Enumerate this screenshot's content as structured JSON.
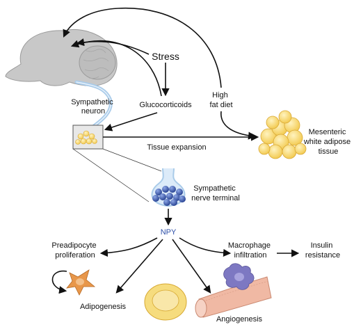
{
  "labels": {
    "stress": "Stress",
    "glucocorticoids": "Glucocorticoids",
    "high_fat_diet": [
      "High",
      "fat diet"
    ],
    "sympathetic_neuron": [
      "Sympathetic",
      "neuron"
    ],
    "mesenteric_wat": [
      "Mesenteric",
      "white adipose",
      "tissue"
    ],
    "tissue_expansion": "Tissue expansion",
    "sympathetic_terminal": [
      "Sympathetic",
      "nerve terminal"
    ],
    "npy": "NPY",
    "preadipocyte_proliferation": [
      "Preadipocyte",
      "proliferation"
    ],
    "macrophage_infiltration": [
      "Macrophage",
      "infiltration"
    ],
    "insulin_resistance": [
      "Insulin",
      "resistance"
    ],
    "adipogenesis": "Adipogenesis",
    "angiogenesis": "Angiogenesis"
  },
  "colors": {
    "brain": "#c8c8c8",
    "neuron": "#a9cbe9",
    "fat": "#f7d56a",
    "vesicle": "#3c5fb3",
    "preadipocyte": "#e8974a",
    "macrophage": "#7d78c2",
    "vessel": "#f0b9a4"
  }
}
